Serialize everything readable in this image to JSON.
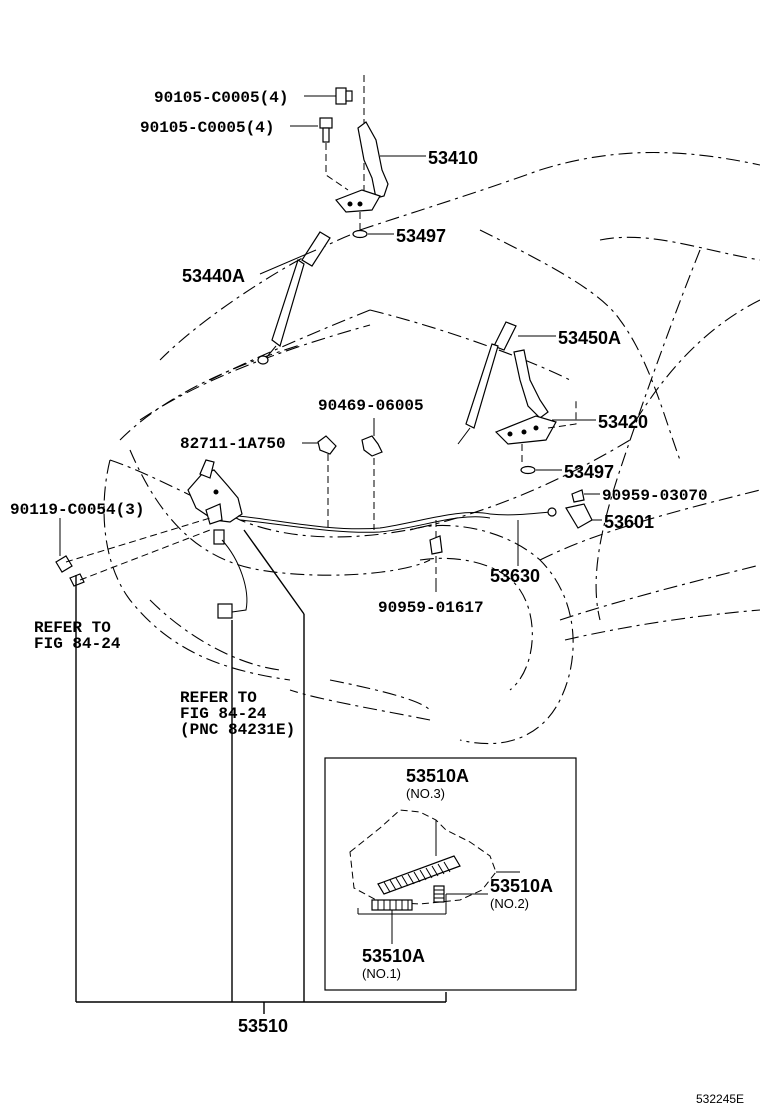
{
  "labels": {
    "bolt_upper": "90105-C0005(4)",
    "bolt_lower": "90105-C0005(4)",
    "hinge": "53410",
    "washer_upper": "53497",
    "support_left": "53440A",
    "support_right": "53450A",
    "clip_90469": "90469-06005",
    "clip_82711": "82711-1A750",
    "hinge_right": "53420",
    "washer_right": "53497",
    "bolt_90119": "90119-C0054(3)",
    "clip_90959_a": "90959-03070",
    "lever": "53601",
    "cable": "53630",
    "clip_90959_b": "90959-01617",
    "refer_left_1": "REFER TO",
    "refer_left_2": "FIG 84-24",
    "refer_mid_1": "REFER TO",
    "refer_mid_2": "FIG 84-24",
    "refer_mid_3": "(PNC 84231E)",
    "inset_no3_part": "53510A",
    "inset_no3_sub": "(NO.3)",
    "inset_no2_part": "53510A",
    "inset_no2_sub": "(NO.2)",
    "inset_no1_part": "53510A",
    "inset_no1_sub": "(NO.1)",
    "assembly": "53510",
    "figure_code": "532245E"
  }
}
